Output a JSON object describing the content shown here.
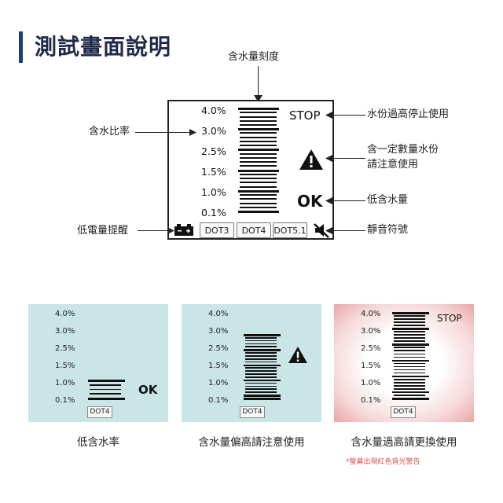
{
  "title": "測試畫面說明",
  "main_screen": {
    "scale_title": "含水量刻度",
    "ratio_label": "含水比率",
    "low_battery_label": "低電量提醒",
    "stop_label": "水份過高停止使用",
    "warning_label_line1": "含一定數量水份",
    "warning_label_line2": "請注意使用",
    "low_label": "低含水量",
    "mute_label": "靜音符號",
    "percentages": [
      "4.0%",
      "3.0%",
      "2.5%",
      "1.5%",
      "1.0%",
      "0.1%"
    ],
    "stop_text": "STOP",
    "ok_text": "OK",
    "dot_buttons": [
      "DOT3",
      "DOT4",
      "DOT5.1"
    ]
  },
  "panels": [
    {
      "percentages": [
        "4.0%",
        "3.0%",
        "2.5%",
        "1.5%",
        "1.0%",
        "0.1%"
      ],
      "indicator": "OK",
      "dot": "DOT4",
      "caption": "低含水率"
    },
    {
      "percentages": [
        "4.0%",
        "3.0%",
        "2.5%",
        "1.5%",
        "1.0%",
        "0.1%"
      ],
      "dot": "DOT4",
      "caption": "含水量偏高請注意使用"
    },
    {
      "percentages": [
        "4.0%",
        "3.0%",
        "2.5%",
        "1.5%",
        "1.0%",
        "0.1%"
      ],
      "indicator": "STOP",
      "dot": "DOT4",
      "caption": "含水量過高請更換使用",
      "note": "*螢幕出現紅色背光警告"
    }
  ],
  "colors": {
    "accent_bar": "#1d3d7c",
    "panel_teal": "#c9e5e5",
    "panel_red_glow": "#eaa5a5",
    "note_red": "#d9534f"
  }
}
